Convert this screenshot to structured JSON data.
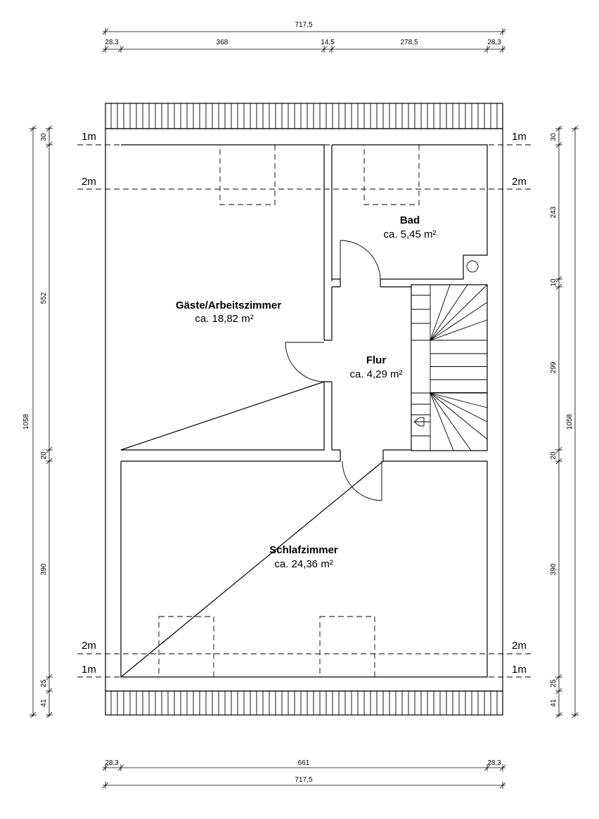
{
  "rooms": {
    "gaeste": {
      "name": "Gäste/Arbeitszimmer",
      "area": "ca. 18,82 m²"
    },
    "bad": {
      "name": "Bad",
      "area": "ca. 5,45 m²"
    },
    "flur": {
      "name": "Flur",
      "area": "ca. 4,29 m²"
    },
    "schlaf": {
      "name": "Schlafzimmer",
      "area": "ca. 24,36 m²"
    }
  },
  "height_lines": {
    "one_m": "1m",
    "two_m": "2m"
  },
  "dimensions": {
    "top": {
      "total": "717,5",
      "segments": [
        "28,3",
        "368",
        "14,5",
        "278,5",
        "28,3"
      ]
    },
    "bottom": {
      "total": "717,5",
      "segments": [
        "28,3",
        "661",
        "28,3"
      ]
    },
    "left": {
      "total": "1058",
      "segments": [
        "30",
        "552",
        "20",
        "390",
        "25",
        "41"
      ]
    },
    "right": {
      "total": "1058",
      "segments": [
        "30",
        "243",
        "10",
        "299",
        "20",
        "390",
        "25",
        "41"
      ]
    }
  }
}
